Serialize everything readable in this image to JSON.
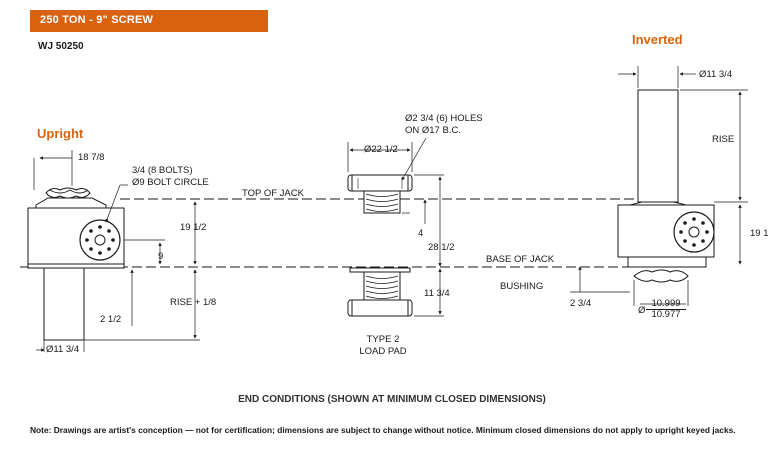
{
  "title": "250 TON - 9\" SCREW",
  "model": "WJ 50250",
  "views": {
    "upright": "Upright",
    "inverted": "Inverted"
  },
  "labels": {
    "bolts_line1": "3/4 (8 BOLTS)",
    "bolts_line2": "Ø9 BOLT CIRCLE",
    "dim_18_78": "18 7/8",
    "top_of_jack": "TOP OF JACK",
    "base_of_jack": "BASE OF JACK",
    "bushing": "BUSHING",
    "dim_19_12": "19 1/2",
    "dim_9": "9",
    "rise_plus": "RISE + 1/8",
    "dim_2_12": "2 1/2",
    "dim_11_34_bottom": "Ø11 3/4",
    "holes_line1": "Ø2 3/4 (6) HOLES",
    "holes_line2": "ON Ø17 B.C.",
    "dim_22_12": "Ø22 1/2",
    "dim_4": "4",
    "dim_28_12": "28 1/2",
    "dim_11_34_right": "11 3/4",
    "type2_line1": "TYPE 2",
    "type2_line2": "LOAD PAD",
    "dim_11_34_top": "Ø11 3/4",
    "rise": "RISE",
    "dim_19_1": "19 1",
    "dim_2_34": "2 3/4",
    "dia_symbol": "Ø",
    "bushing_od_max": "10.999",
    "bushing_od_min": "10.977"
  },
  "footer": {
    "caption": "END CONDITIONS (SHOWN AT MINIMUM CLOSED DIMENSIONS)",
    "note": "Note: Drawings are artist's conception — not for certification; dimensions are subject to change without notice. Minimum closed dimensions do not apply to upright keyed jacks."
  },
  "colors": {
    "accent": "#d9620f"
  }
}
